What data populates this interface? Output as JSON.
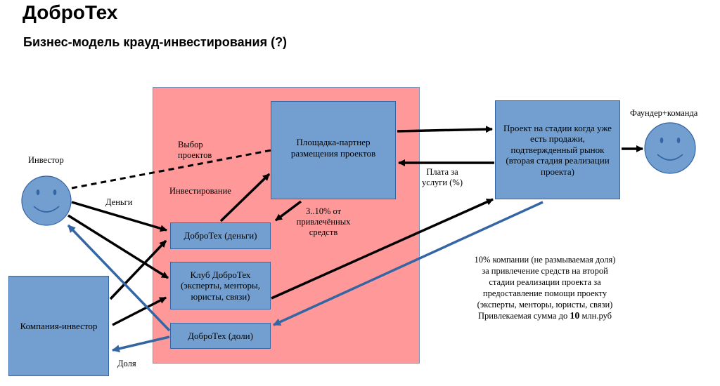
{
  "header": {
    "title": "ДоброТех",
    "subtitle": "Бизнес-модель крауд-инвестирования (?)"
  },
  "actors": {
    "investor": "Инвестор",
    "founder": "Фаундер+команда",
    "company_investor": "Компания-инвестор"
  },
  "boxes": {
    "platform": "Площадка-партнер размещения проектов",
    "project": "Проект на стадии когда уже есть продажи, подтвержденный рынок (вторая стадия реализации проекта)",
    "dobrotech_money": "ДоброТех (деньги)",
    "club": "Клуб ДоброТех (эксперты, менторы, юристы, связи)",
    "dobrotech_shares": "ДоброТех (доли)"
  },
  "labels": {
    "select_projects": "Выбор проектов",
    "investing": "Инвестирование",
    "money": "Деньги",
    "share": "Доля",
    "fee": "Плата за услуги (%)",
    "percent": "3..10% от привлечённых средств",
    "note_lines": [
      "10% компании (не размываемая доля)",
      "за привлечение средств на второй",
      "стадии реализации проекта за",
      "предоставление помощи проекту",
      "(эксперты, менторы, юристы, связи)"
    ],
    "note_amount_prefix": "Привлекаемая сумма до ",
    "note_amount_value": "10",
    "note_amount_suffix": " млн.руб"
  },
  "colors": {
    "zone": "#ff9999",
    "box": "#729fcf",
    "face": "#729fcf",
    "blue_arrow": "#3465a4",
    "black_arrow": "#000000"
  }
}
